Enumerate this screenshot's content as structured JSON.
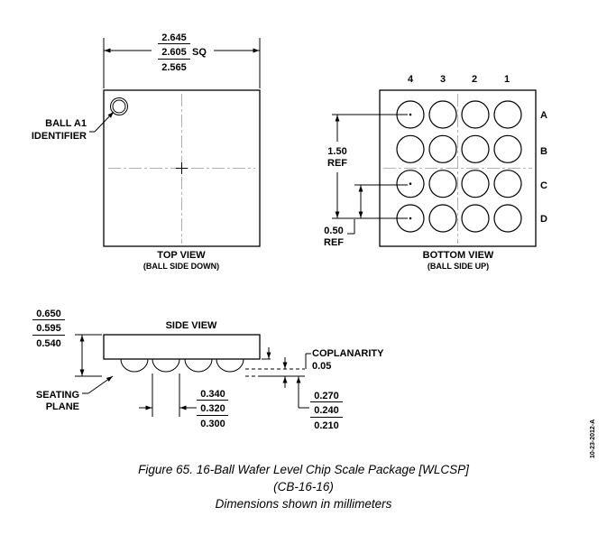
{
  "top_view": {
    "width_max": "2.645",
    "width_nom": "2.605",
    "width_unit": "SQ",
    "width_min": "2.565",
    "ball_a1_line1": "BALL A1",
    "ball_a1_line2": "IDENTIFIER",
    "title": "TOP VIEW",
    "subtitle": "(BALL SIDE DOWN)"
  },
  "bottom_view": {
    "columns": [
      "4",
      "3",
      "2",
      "1"
    ],
    "rows": [
      "A",
      "B",
      "C",
      "D"
    ],
    "pitch_value": "1.50",
    "pitch_ref": "REF",
    "offset_value": "0.50",
    "offset_ref": "REF",
    "title": "BOTTOM VIEW",
    "subtitle": "(BALL SIDE UP)"
  },
  "side_view": {
    "title": "SIDE VIEW",
    "height_max": "0.650",
    "height_nom": "0.595",
    "height_min": "0.540",
    "seating_line1": "SEATING",
    "seating_line2": "PLANE",
    "ball_dia_max": "0.340",
    "ball_dia_nom": "0.320",
    "ball_dia_min": "0.300",
    "coplanarity_label": "COPLANARITY",
    "coplanarity_value": "0.05",
    "standoff_max": "0.270",
    "standoff_nom": "0.240",
    "standoff_min": "0.210"
  },
  "date_code": "10-23-2012-A",
  "caption": {
    "line1": "Figure 65. 16-Ball Wafer Level Chip Scale Package [WLCSP]",
    "line2": "(CB-16-16)",
    "line3": "Dimensions shown in millimeters"
  }
}
